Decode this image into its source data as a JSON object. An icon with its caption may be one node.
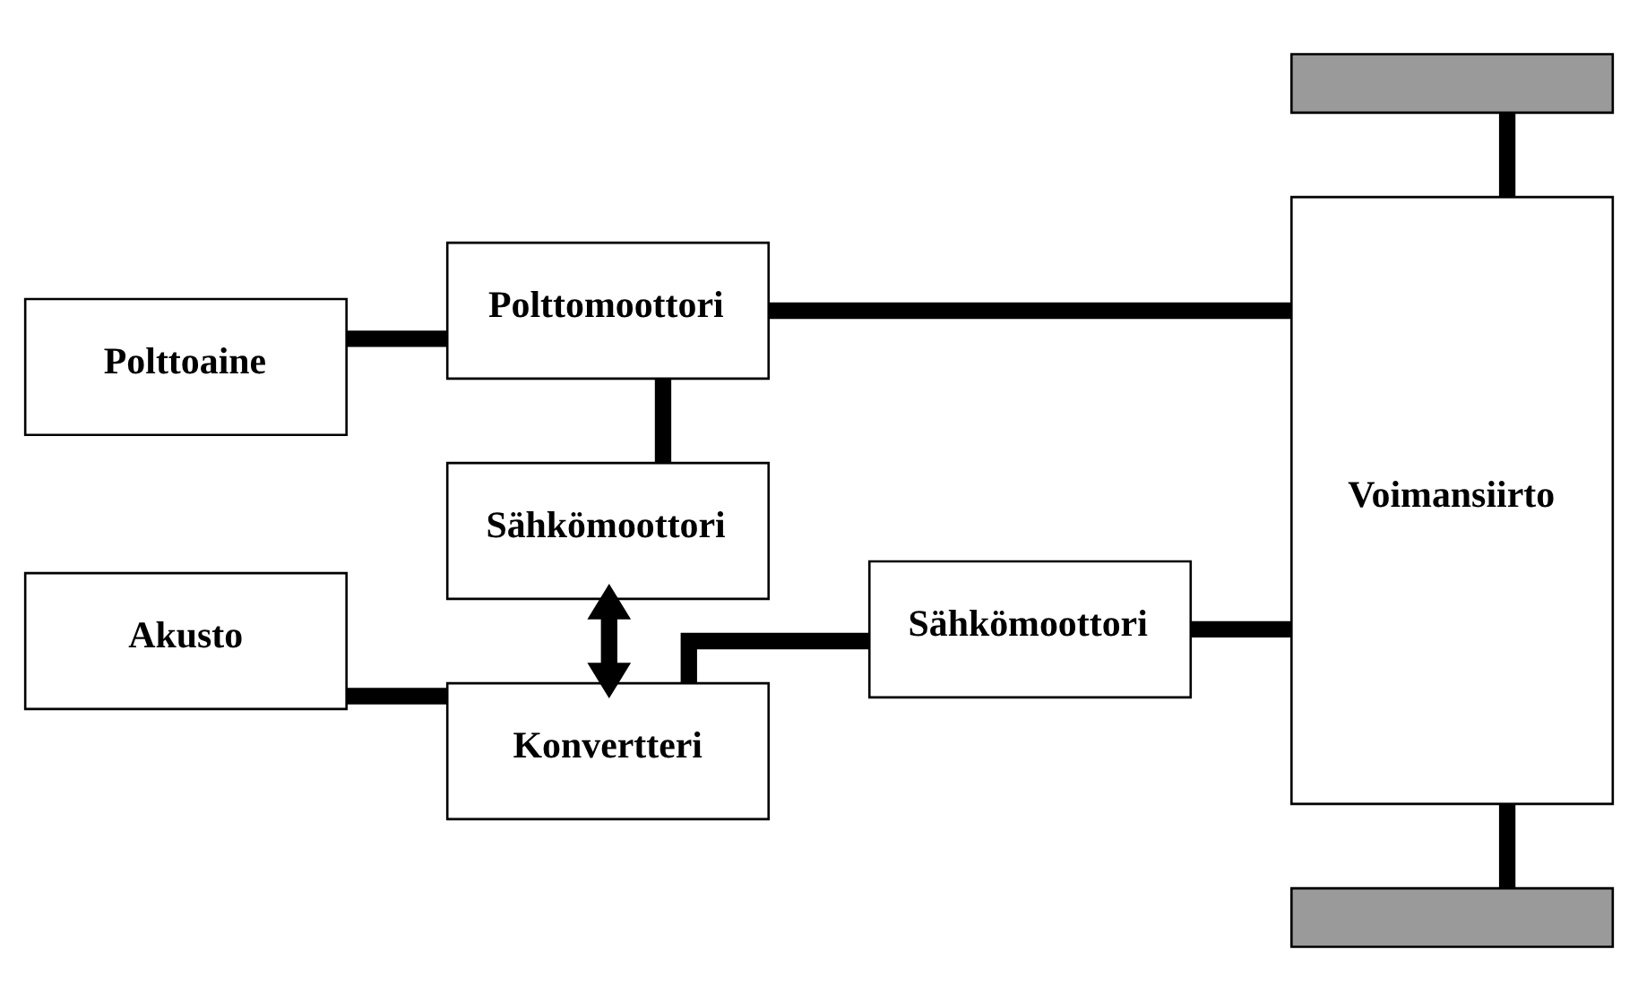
{
  "diagram": {
    "nodes": [
      {
        "text": [
          "Polttoaine"
        ]
      },
      {
        "text": [
          "Polttomoottori"
        ]
      },
      {
        "text": [
          "Sähkömoottori"
        ]
      },
      {
        "text": [
          "Akusto"
        ]
      },
      {
        "text": [
          "Konvertteri"
        ]
      },
      {
        "text": [
          "Sähkömoottori"
        ]
      },
      {
        "text": [],
        "shape": "box"
      },
      {
        "text": [
          "Voimansiirto"
        ]
      },
      {
        "text": [],
        "shape": "box"
      }
    ],
    "edges": [
      {
        "from": 0,
        "to": 1,
        "arrow": "none"
      },
      {
        "from": 1,
        "to": 7,
        "arrow": "none"
      },
      {
        "from": 1,
        "to": 2,
        "arrow": "none"
      },
      {
        "from": 2,
        "to": 4,
        "arrow": "both"
      },
      {
        "from": 3,
        "to": 4,
        "arrow": "none"
      },
      {
        "from": 4,
        "to": 5,
        "arrow": "none"
      },
      {
        "from": 5,
        "to": 7,
        "arrow": "none"
      },
      {
        "from": 6,
        "to": 7,
        "arrow": "none"
      },
      {
        "from": 7,
        "to": 8,
        "arrow": "none"
      }
    ]
  }
}
